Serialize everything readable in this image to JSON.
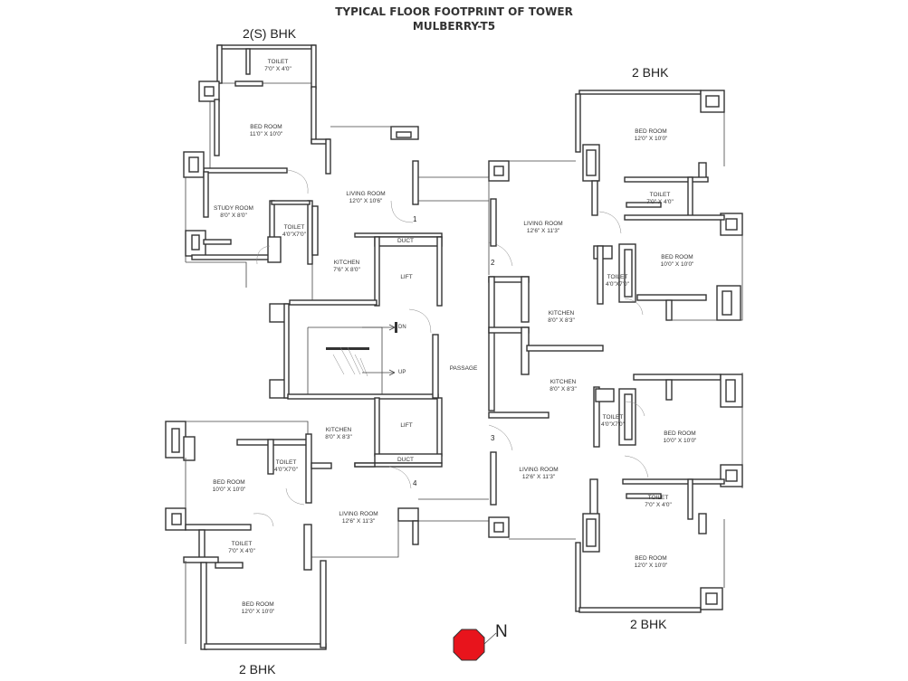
{
  "title": {
    "line1": "TYPICAL FLOOR FOOTPRINT OF TOWER",
    "line2": "MULBERRY-T5"
  },
  "units": {
    "top_left": "2(S) BHK",
    "top_right": "2 BHK",
    "bottom_right": "2 BHK",
    "bottom_left": "2 BHK"
  },
  "rooms": {
    "tl_toilet": {
      "name": "TOILET",
      "size": "7'0\" X 4'0\""
    },
    "tl_bedroom": {
      "name": "BED ROOM",
      "size": "11'0\" X 10'0\""
    },
    "tl_study": {
      "name": "STUDY ROOM",
      "size": "8'0\" X 8'0\""
    },
    "tl_toilet2": {
      "name": "TOILET",
      "size": "4'0\"X7'0\""
    },
    "tl_living": {
      "name": "LIVING ROOM",
      "size": "12'0\" X 10'6\""
    },
    "tl_kitchen": {
      "name": "KITCHEN",
      "size": "7'6\" X 8'0\""
    },
    "duct_top": {
      "name": "DUCT"
    },
    "lift_top": {
      "name": "LIFT"
    },
    "stair_dn": {
      "name": "DN"
    },
    "stair_up": {
      "name": "UP"
    },
    "passage": {
      "name": "PASSAGE"
    },
    "lift_bottom": {
      "name": "LIFT"
    },
    "duct_bottom": {
      "name": "DUCT"
    },
    "bl_kitchen": {
      "name": "KITCHEN",
      "size": "8'0\" X 8'3\""
    },
    "bl_toilet": {
      "name": "TOILET",
      "size": "4'0\"X7'0\""
    },
    "bl_bedroom": {
      "name": "BED ROOM",
      "size": "10'0\" X 10'0\""
    },
    "bl_living": {
      "name": "LIVING ROOM",
      "size": "12'6\" X 11'3\""
    },
    "bl_toilet2": {
      "name": "TOILET",
      "size": "7'0\" X 4'0\""
    },
    "bl_bedroom2": {
      "name": "BED ROOM",
      "size": "12'0\" X 10'0\""
    },
    "tr_bedroom": {
      "name": "BED ROOM",
      "size": "12'0\" X 10'0\""
    },
    "tr_toilet": {
      "name": "TOILET",
      "size": "7'0\" X 4'0\""
    },
    "tr_living": {
      "name": "LIVING ROOM",
      "size": "12'6\" X 11'3\""
    },
    "tr_bedroom2": {
      "name": "BED ROOM",
      "size": "10'0\" X 10'0\""
    },
    "tr_toilet2": {
      "name": "TOILET",
      "size": "4'0\"X7'0\""
    },
    "tr_kitchen": {
      "name": "KITCHEN",
      "size": "8'0\" X 8'3\""
    },
    "br_kitchen": {
      "name": "KITCHEN",
      "size": "8'0\" X 8'3\""
    },
    "br_toilet": {
      "name": "TOILET",
      "size": "4'0\"X7'0\""
    },
    "br_bedroom": {
      "name": "BED ROOM",
      "size": "10'0\" X 10'0\""
    },
    "br_living": {
      "name": "LIVING ROOM",
      "size": "12'6\" X 11'3\""
    },
    "br_toilet2": {
      "name": "TOILET",
      "size": "7'0\" X 4'0\""
    },
    "br_bedroom2": {
      "name": "BED ROOM",
      "size": "12'0\" X 10'0\""
    }
  },
  "flat_numbers": [
    "1",
    "2",
    "3",
    "4"
  ],
  "compass": {
    "letter": "N",
    "color": "#e8141c"
  },
  "colors": {
    "wall": "#333333",
    "background": "#ffffff"
  }
}
